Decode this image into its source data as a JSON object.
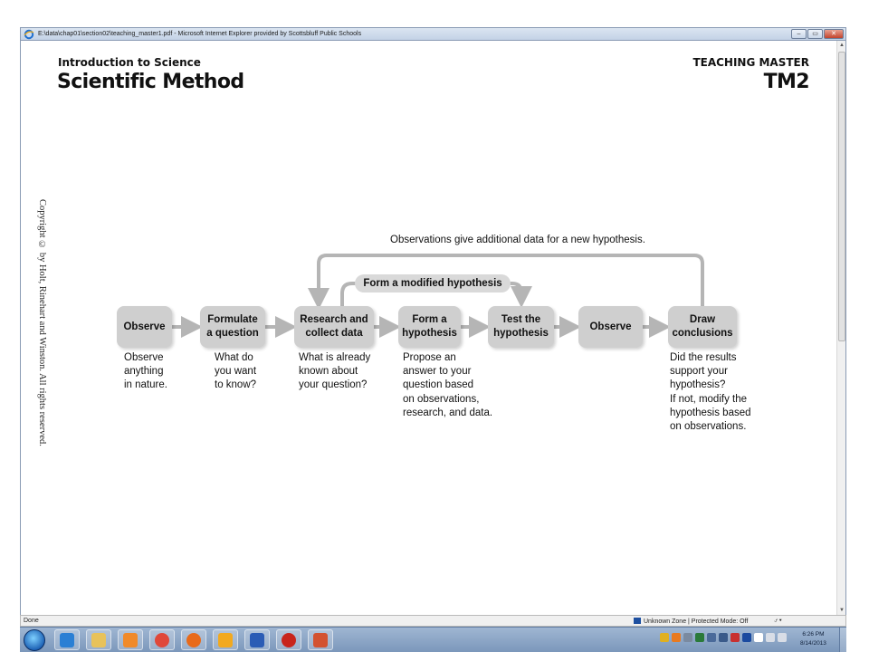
{
  "window": {
    "title": "E:\\data\\chap01\\section02\\teaching_master1.pdf - Microsoft Internet Explorer provided by Scottsbluff Public Schools",
    "minimize_label": "–",
    "maximize_label": "▭",
    "close_label": "✕"
  },
  "document": {
    "subtitle": "Introduction to Science",
    "title": "Scientific Method",
    "master_label": "TEACHING MASTER",
    "master_code": "TM2",
    "copyright": "Copyright © by Holt, Rinehart and Winston. All rights reserved."
  },
  "diagram": {
    "loop_label": "Observations give additional data for a new hypothesis.",
    "modified_label": "Form a modified hypothesis",
    "steps": [
      {
        "title": [
          "Observe"
        ],
        "desc": [
          "Observe",
          "anything",
          "in nature."
        ]
      },
      {
        "title": [
          "Formulate",
          "a question"
        ],
        "desc": [
          "What do",
          "you want",
          "to know?"
        ]
      },
      {
        "title": [
          "Research and",
          "collect data"
        ],
        "desc": [
          "What is already",
          "known about",
          "your question?"
        ]
      },
      {
        "title": [
          "Form a",
          "hypothesis"
        ],
        "desc": [
          "Propose an",
          "answer to your",
          "question based",
          "on observations,",
          "research, and data."
        ]
      },
      {
        "title": [
          "Test the",
          "hypothesis"
        ],
        "desc": []
      },
      {
        "title": [
          "Observe"
        ],
        "desc": []
      },
      {
        "title": [
          "Draw",
          "conclusions"
        ],
        "desc": [
          "Did the results",
          "support your",
          "hypothesis?",
          "If not, modify the",
          "hypothesis based",
          "on observations."
        ]
      }
    ],
    "box_color": "#cfcfcf",
    "arrow_color": "#b5b5b5"
  },
  "statusbar": {
    "status": "Done",
    "zone": "Unknown Zone | Protected Mode: Off",
    "zoom": "⍻ ▾"
  },
  "taskbar": {
    "time": "6:26 PM",
    "date": "8/14/2013",
    "apps": [
      {
        "name": "internet-explorer",
        "color": "#2a7fd4"
      },
      {
        "name": "windows-explorer",
        "color": "#e8c25a"
      },
      {
        "name": "media-player",
        "color": "#f08a2a"
      },
      {
        "name": "chrome",
        "color": "#e0483a"
      },
      {
        "name": "firefox",
        "color": "#e86a1a"
      },
      {
        "name": "outlook",
        "color": "#f2a91f"
      },
      {
        "name": "word",
        "color": "#2b5cb5"
      },
      {
        "name": "acrobat",
        "color": "#c8241c"
      },
      {
        "name": "powerpoint",
        "color": "#d35230"
      }
    ]
  }
}
